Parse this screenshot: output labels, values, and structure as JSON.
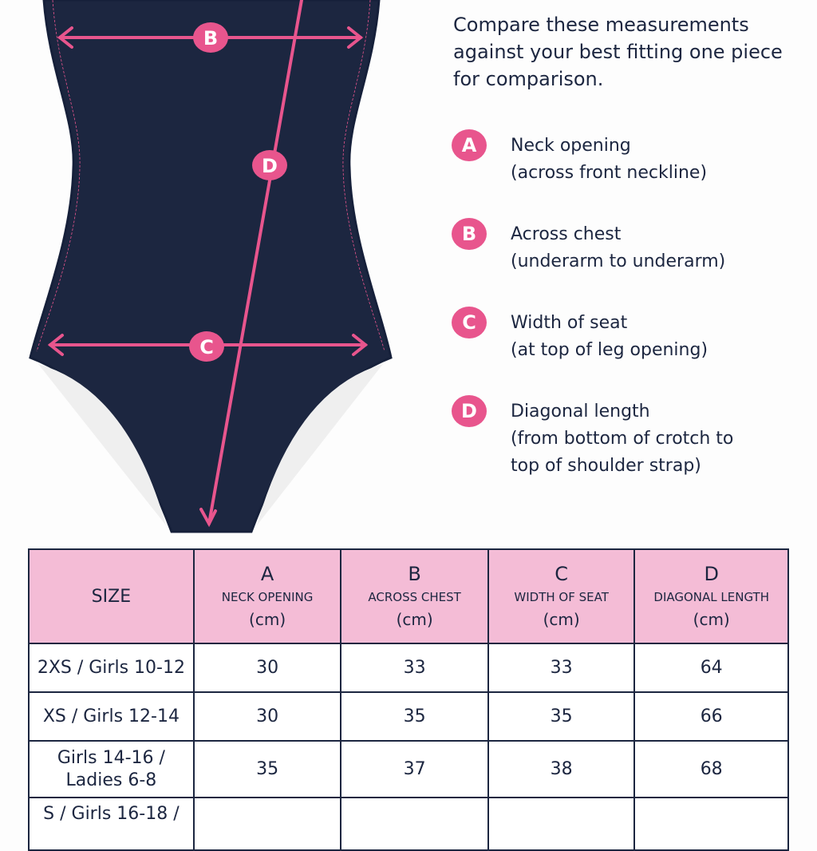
{
  "intro": "Compare these measurements against your best fitting one piece for comparison.",
  "accent_color": "#e8558d",
  "garment_color": "#1c2640",
  "header_color": "#f4bcd6",
  "diagram_labels": {
    "b": "B",
    "c": "C",
    "d": "D"
  },
  "legend": [
    {
      "letter": "A",
      "title": "Neck opening",
      "desc": "(across front neckline)"
    },
    {
      "letter": "B",
      "title": "Across chest",
      "desc": "(underarm to underarm)"
    },
    {
      "letter": "C",
      "title": "Width of seat",
      "desc": "(at top of leg opening)"
    },
    {
      "letter": "D",
      "title": "Diagonal length",
      "desc": "(from bottom of crotch to top of shoulder strap)"
    }
  ],
  "table": {
    "size_header": "SIZE",
    "columns": [
      {
        "letter": "A",
        "name": "NECK OPENING",
        "unit": "(cm)"
      },
      {
        "letter": "B",
        "name": "ACROSS CHEST",
        "unit": "(cm)"
      },
      {
        "letter": "C",
        "name": "WIDTH OF SEAT",
        "unit": "(cm)"
      },
      {
        "letter": "D",
        "name": "DIAGONAL LENGTH",
        "unit": "(cm)"
      }
    ],
    "rows": [
      {
        "size": "2XS / Girls 10-12",
        "values": [
          "30",
          "33",
          "33",
          "64"
        ]
      },
      {
        "size": "XS / Girls 12-14",
        "values": [
          "30",
          "35",
          "35",
          "66"
        ]
      },
      {
        "size": "Girls 14-16 / Ladies 6-8",
        "values": [
          "35",
          "37",
          "38",
          "68"
        ]
      },
      {
        "size": "S / Girls 16-18 /",
        "values": [
          "",
          "",
          "",
          ""
        ]
      }
    ]
  }
}
